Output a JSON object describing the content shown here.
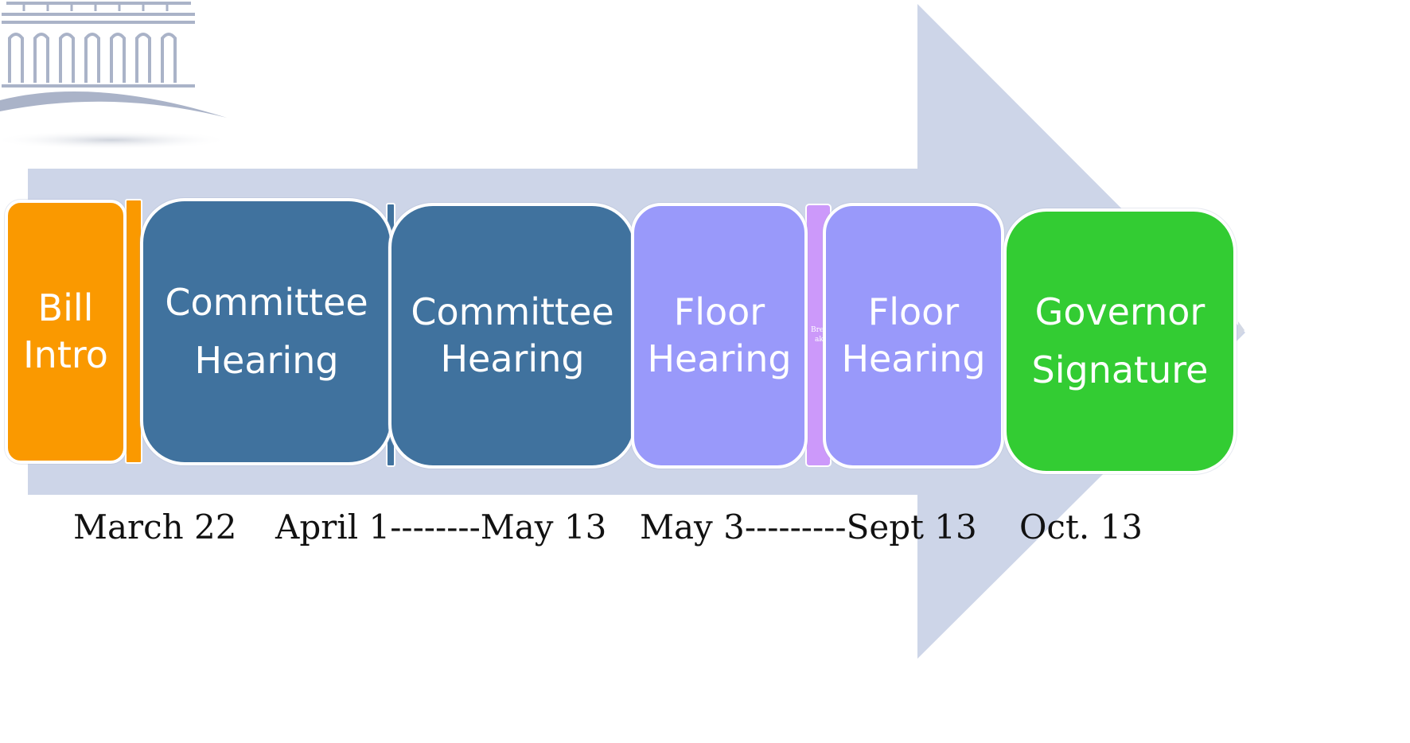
{
  "colors": {
    "arrow": "#cdd5e8",
    "bill_intro": "#fa9900",
    "committee": "#40729e",
    "floor": "#9999fa",
    "break": "#cc99fa",
    "governor": "#33cc33",
    "capitol_logo": "#aab3c8"
  },
  "steps": [
    {
      "lines": [
        "Bill",
        "Intro"
      ]
    },
    {
      "lines": [
        "Committee",
        "Hearing"
      ]
    },
    {
      "lines": [
        "Committee",
        "Hearing"
      ]
    },
    {
      "lines": [
        "Floor",
        "Hearing"
      ]
    },
    {
      "lines": [
        "Floor",
        "Hearing"
      ]
    },
    {
      "lines": [
        "Governor",
        "Signature"
      ]
    }
  ],
  "break_label_fragment": [
    "Bre",
    "ak"
  ],
  "dates": [
    "March 22",
    "April 1--------May 13",
    "May 3---------Sept 13",
    "Oct. 13"
  ]
}
